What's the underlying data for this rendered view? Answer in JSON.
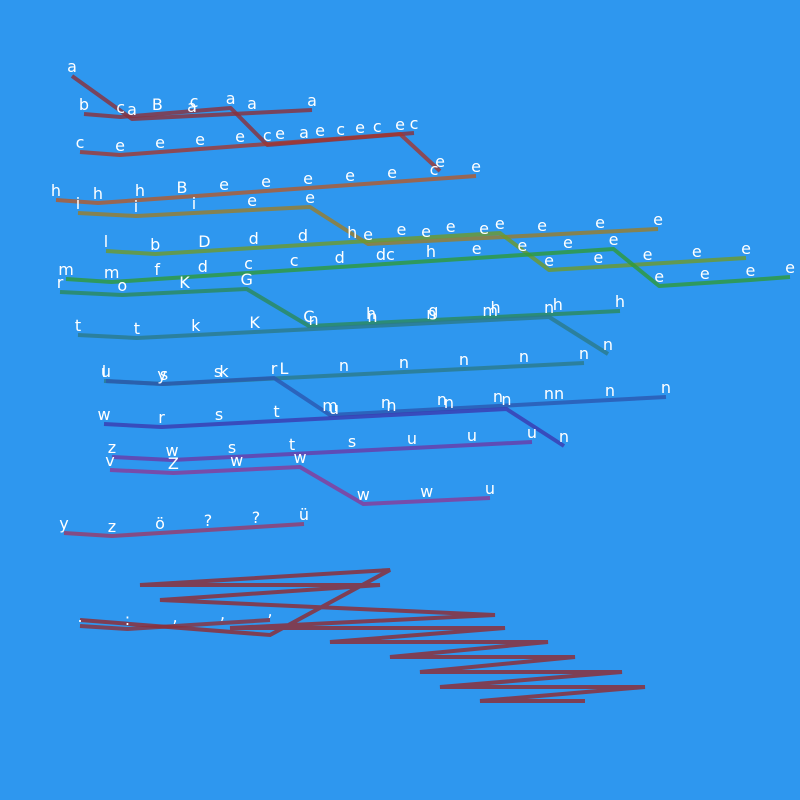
{
  "background_color": "#2e97ef",
  "label_color": "#ffffff",
  "palette": [
    "#8b2f3a",
    "#a2372f",
    "#b35a2a",
    "#9a7d2a",
    "#6e9a2a",
    "#2e9a3a",
    "#2a8a5a",
    "#2a7a8a",
    "#2a57b0",
    "#3a3ab0",
    "#6a3aa8",
    "#8a3a98",
    "#9a3a6a",
    "#8b2f3a"
  ],
  "groups": [
    {
      "name": "a",
      "labels": [
        "a",
        "a",
        "a",
        "a",
        "a"
      ]
    },
    {
      "name": "b",
      "labels": [
        "b",
        "c",
        "B",
        "c",
        "a",
        "c",
        "a",
        "c",
        "c",
        "c"
      ]
    },
    {
      "name": "c",
      "labels": [
        "c",
        "e",
        "e",
        "e",
        "e",
        "e",
        "e",
        "e",
        "e",
        "e"
      ]
    },
    {
      "name": "h",
      "labels": [
        "h",
        "h",
        "h",
        "B",
        "e",
        "e",
        "e",
        "e",
        "e",
        "c",
        "e"
      ]
    },
    {
      "name": "i",
      "labels": [
        "i",
        "i",
        "i",
        "e",
        "e",
        "e",
        "e",
        "e",
        "e",
        "e",
        "e"
      ]
    },
    {
      "name": "l",
      "labels": [
        "l",
        "b",
        "D",
        "d",
        "d",
        "h",
        "e",
        "e",
        "e",
        "e",
        "e",
        "e",
        "e",
        "e"
      ]
    },
    {
      "name": "m",
      "labels": [
        "m",
        "m",
        "f",
        "d",
        "c",
        "c",
        "d",
        "dc",
        "h",
        "e",
        "e",
        "e",
        "e",
        "e",
        "e",
        "e",
        "e"
      ]
    },
    {
      "name": "o",
      "labels": [
        "r",
        "o",
        "K",
        "G",
        "C",
        "h",
        "g",
        "h",
        "h",
        "h"
      ]
    },
    {
      "name": "t",
      "labels": [
        "t",
        "t",
        "k",
        "K",
        "n",
        "n",
        "n",
        "m",
        "n",
        "n"
      ]
    },
    {
      "name": "l2",
      "labels": [
        "l",
        "s",
        "k",
        "L",
        "n",
        "n",
        "n",
        "n",
        "n"
      ]
    },
    {
      "name": "u",
      "labels": [
        "u",
        "y",
        "s",
        "r",
        "m",
        "n",
        "n",
        "n",
        "nn",
        "n",
        "n"
      ]
    },
    {
      "name": "w",
      "labels": [
        "w",
        "r",
        "s",
        "t",
        "u",
        "n",
        "n",
        "n",
        "n"
      ]
    },
    {
      "name": "z",
      "labels": [
        "z",
        "w",
        "s",
        "t",
        "s",
        "u",
        "u",
        "u"
      ]
    },
    {
      "name": "v",
      "labels": [
        "v",
        "Z",
        "w",
        "w",
        "w",
        "w",
        "u"
      ]
    },
    {
      "name": "y",
      "labels": [
        "y",
        "z",
        "ö",
        "?",
        "?",
        "ü"
      ]
    },
    {
      "name": "dot",
      "labels": [
        ".",
        ":",
        ",",
        ",",
        ","
      ]
    }
  ]
}
